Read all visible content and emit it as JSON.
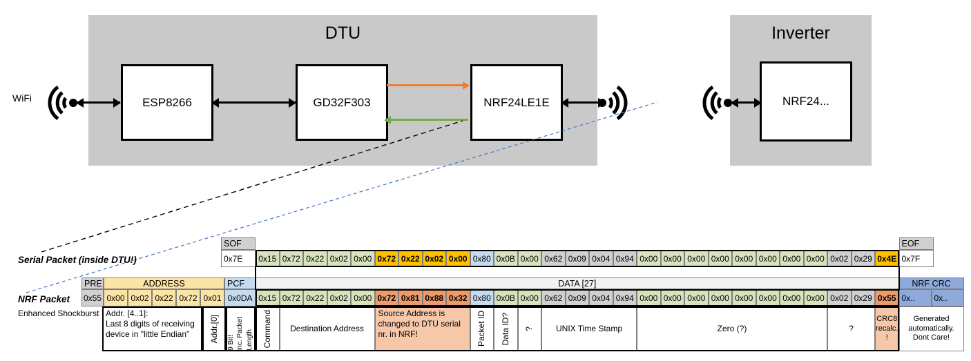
{
  "diagram": {
    "dtu": {
      "title": "DTU",
      "chips": [
        {
          "name": "ESP8266"
        },
        {
          "name": "GD32F303"
        },
        {
          "name": "NRF24LE1E"
        }
      ],
      "wifi_label": "WiFi",
      "internal_arrows": [
        {
          "name": "command-arrow",
          "color": "#ED7D31",
          "direction": "right"
        },
        {
          "name": "response-arrow",
          "color": "#70AD47",
          "direction": "left"
        }
      ]
    },
    "inverter": {
      "title": "Inverter",
      "chips": [
        {
          "name": "NRF24..."
        }
      ]
    }
  },
  "serial_packet": {
    "label": "Serial Packet (inside DTU!)",
    "sof_header": "SOF",
    "eof_header": "EOF",
    "sof_value": "0x7E",
    "eof_value": "0x7F",
    "bytes": [
      {
        "v": "0x15",
        "c": "green",
        "b": false
      },
      {
        "v": "0x72",
        "c": "green",
        "b": false
      },
      {
        "v": "0x22",
        "c": "green",
        "b": false
      },
      {
        "v": "0x02",
        "c": "green",
        "b": false
      },
      {
        "v": "0x00",
        "c": "green",
        "b": false
      },
      {
        "v": "0x72",
        "c": "amber",
        "b": true
      },
      {
        "v": "0x22",
        "c": "amber",
        "b": true
      },
      {
        "v": "0x02",
        "c": "amber",
        "b": true
      },
      {
        "v": "0x00",
        "c": "amber",
        "b": true
      },
      {
        "v": "0x80",
        "c": "blue",
        "b": false
      },
      {
        "v": "0x0B",
        "c": "green",
        "b": false
      },
      {
        "v": "0x00",
        "c": "green",
        "b": false
      },
      {
        "v": "0x62",
        "c": "grey",
        "b": false
      },
      {
        "v": "0x09",
        "c": "grey",
        "b": false
      },
      {
        "v": "0x04",
        "c": "grey",
        "b": false
      },
      {
        "v": "0x94",
        "c": "grey",
        "b": false
      },
      {
        "v": "0x00",
        "c": "green",
        "b": false
      },
      {
        "v": "0x00",
        "c": "green",
        "b": false
      },
      {
        "v": "0x00",
        "c": "green",
        "b": false
      },
      {
        "v": "0x00",
        "c": "green",
        "b": false
      },
      {
        "v": "0x00",
        "c": "green",
        "b": false
      },
      {
        "v": "0x00",
        "c": "green",
        "b": false
      },
      {
        "v": "0x00",
        "c": "green",
        "b": false
      },
      {
        "v": "0x00",
        "c": "green",
        "b": false
      },
      {
        "v": "0x02",
        "c": "grey",
        "b": false
      },
      {
        "v": "0x29",
        "c": "grey",
        "b": false
      },
      {
        "v": "0x4E",
        "c": "amber",
        "b": true
      }
    ]
  },
  "nrf_packet": {
    "label": "NRF Packet",
    "sublabel": "Enhanced Shockburst",
    "headers": [
      {
        "text": "PRE",
        "c": "grey"
      },
      {
        "text": "ADDRESS",
        "c": "amber-light"
      },
      {
        "text": "PCF",
        "c": "blue"
      },
      {
        "text": "",
        "c": "white-grey"
      },
      {
        "text": "DATA [27]",
        "c": "white-grey"
      },
      {
        "text": "",
        "c": "white-grey"
      },
      {
        "text": "NRF CRC",
        "c": "blue-dark"
      }
    ],
    "pre": {
      "value": "0x55",
      "c": "grey"
    },
    "address": [
      {
        "v": "0x00",
        "c": "amber-light"
      },
      {
        "v": "0x02",
        "c": "amber-light"
      },
      {
        "v": "0x22",
        "c": "amber-light"
      },
      {
        "v": "0x72",
        "c": "amber-light"
      },
      {
        "v": "0x01",
        "c": "amber-light"
      }
    ],
    "pcf": {
      "value": "0x0DA",
      "c": "blue"
    },
    "bytes": [
      {
        "v": "0x15",
        "c": "green",
        "b": false
      },
      {
        "v": "0x72",
        "c": "green",
        "b": false
      },
      {
        "v": "0x22",
        "c": "green",
        "b": false
      },
      {
        "v": "0x02",
        "c": "green",
        "b": false
      },
      {
        "v": "0x00",
        "c": "green",
        "b": false
      },
      {
        "v": "0x72",
        "c": "salmon",
        "b": true
      },
      {
        "v": "0x81",
        "c": "salmon",
        "b": true
      },
      {
        "v": "0x88",
        "c": "salmon",
        "b": true
      },
      {
        "v": "0x32",
        "c": "salmon",
        "b": true
      },
      {
        "v": "0x80",
        "c": "blue",
        "b": false
      },
      {
        "v": "0x0B",
        "c": "green",
        "b": false
      },
      {
        "v": "0x00",
        "c": "green",
        "b": false
      },
      {
        "v": "0x62",
        "c": "grey",
        "b": false
      },
      {
        "v": "0x09",
        "c": "grey",
        "b": false
      },
      {
        "v": "0x04",
        "c": "grey",
        "b": false
      },
      {
        "v": "0x94",
        "c": "grey",
        "b": false
      },
      {
        "v": "0x00",
        "c": "green",
        "b": false
      },
      {
        "v": "0x00",
        "c": "green",
        "b": false
      },
      {
        "v": "0x00",
        "c": "green",
        "b": false
      },
      {
        "v": "0x00",
        "c": "green",
        "b": false
      },
      {
        "v": "0x00",
        "c": "green",
        "b": false
      },
      {
        "v": "0x00",
        "c": "green",
        "b": false
      },
      {
        "v": "0x00",
        "c": "green",
        "b": false
      },
      {
        "v": "0x00",
        "c": "green",
        "b": false
      },
      {
        "v": "0x02",
        "c": "grey",
        "b": false
      },
      {
        "v": "0x29",
        "c": "grey",
        "b": false
      },
      {
        "v": "0x55",
        "c": "salmon",
        "b": true
      }
    ],
    "crc": [
      {
        "v": "0x..",
        "c": "blue-dark"
      },
      {
        "v": "0x..",
        "c": "blue-dark"
      }
    ],
    "descriptions": [
      {
        "name": "address-desc",
        "text": "Addr. [4..1]:\nLast 8 digits of receiving device in \"little Endian\"",
        "orientation": "horizontal",
        "align": "left"
      },
      {
        "name": "addr0-desc",
        "text": "Addr.[0]",
        "orientation": "vertical"
      },
      {
        "name": "pcf-desc",
        "text": "9 Bit!|Inc. Packet Length",
        "orientation": "vertical-multi"
      },
      {
        "name": "command-desc",
        "text": "Command",
        "orientation": "vertical"
      },
      {
        "name": "dest-desc",
        "text": "Destination Address",
        "orientation": "horizontal"
      },
      {
        "name": "source-desc",
        "text": "Source Address is changed to DTU serial nr. in NRF!",
        "orientation": "horizontal",
        "align": "left"
      },
      {
        "name": "packet-id-desc",
        "text": "Packet ID",
        "orientation": "vertical"
      },
      {
        "name": "data-id-desc",
        "text": "Data ID?",
        "orientation": "vertical"
      },
      {
        "name": "unknown1-desc",
        "text": "?",
        "orientation": "vertical"
      },
      {
        "name": "unix-desc",
        "text": "UNIX Time Stamp",
        "orientation": "horizontal"
      },
      {
        "name": "zero-desc",
        "text": "Zero (?)",
        "orientation": "horizontal"
      },
      {
        "name": "unknown2-desc",
        "text": "?",
        "orientation": "horizontal"
      },
      {
        "name": "crc8-desc",
        "text": "CRC8 recalc. !",
        "orientation": "horizontal"
      },
      {
        "name": "nrfcrc-desc",
        "text": "Generated automatically. Dont Care!",
        "orientation": "horizontal"
      }
    ]
  },
  "colors": {
    "green": "#D6E3BC",
    "amber": "#FFC000",
    "amber_light": "#FCE4A6",
    "blue": "#C5DCF0",
    "blue_dark": "#8EAADB",
    "grey": "#D0D0D0",
    "salmon": "#F6C7A8",
    "salmon_dark": "#ED9B6B",
    "white_grey": "#F2F2F2",
    "enclosure": "#C9C9C9",
    "orange_arrow": "#ED7D31",
    "green_arrow": "#70AD47"
  }
}
